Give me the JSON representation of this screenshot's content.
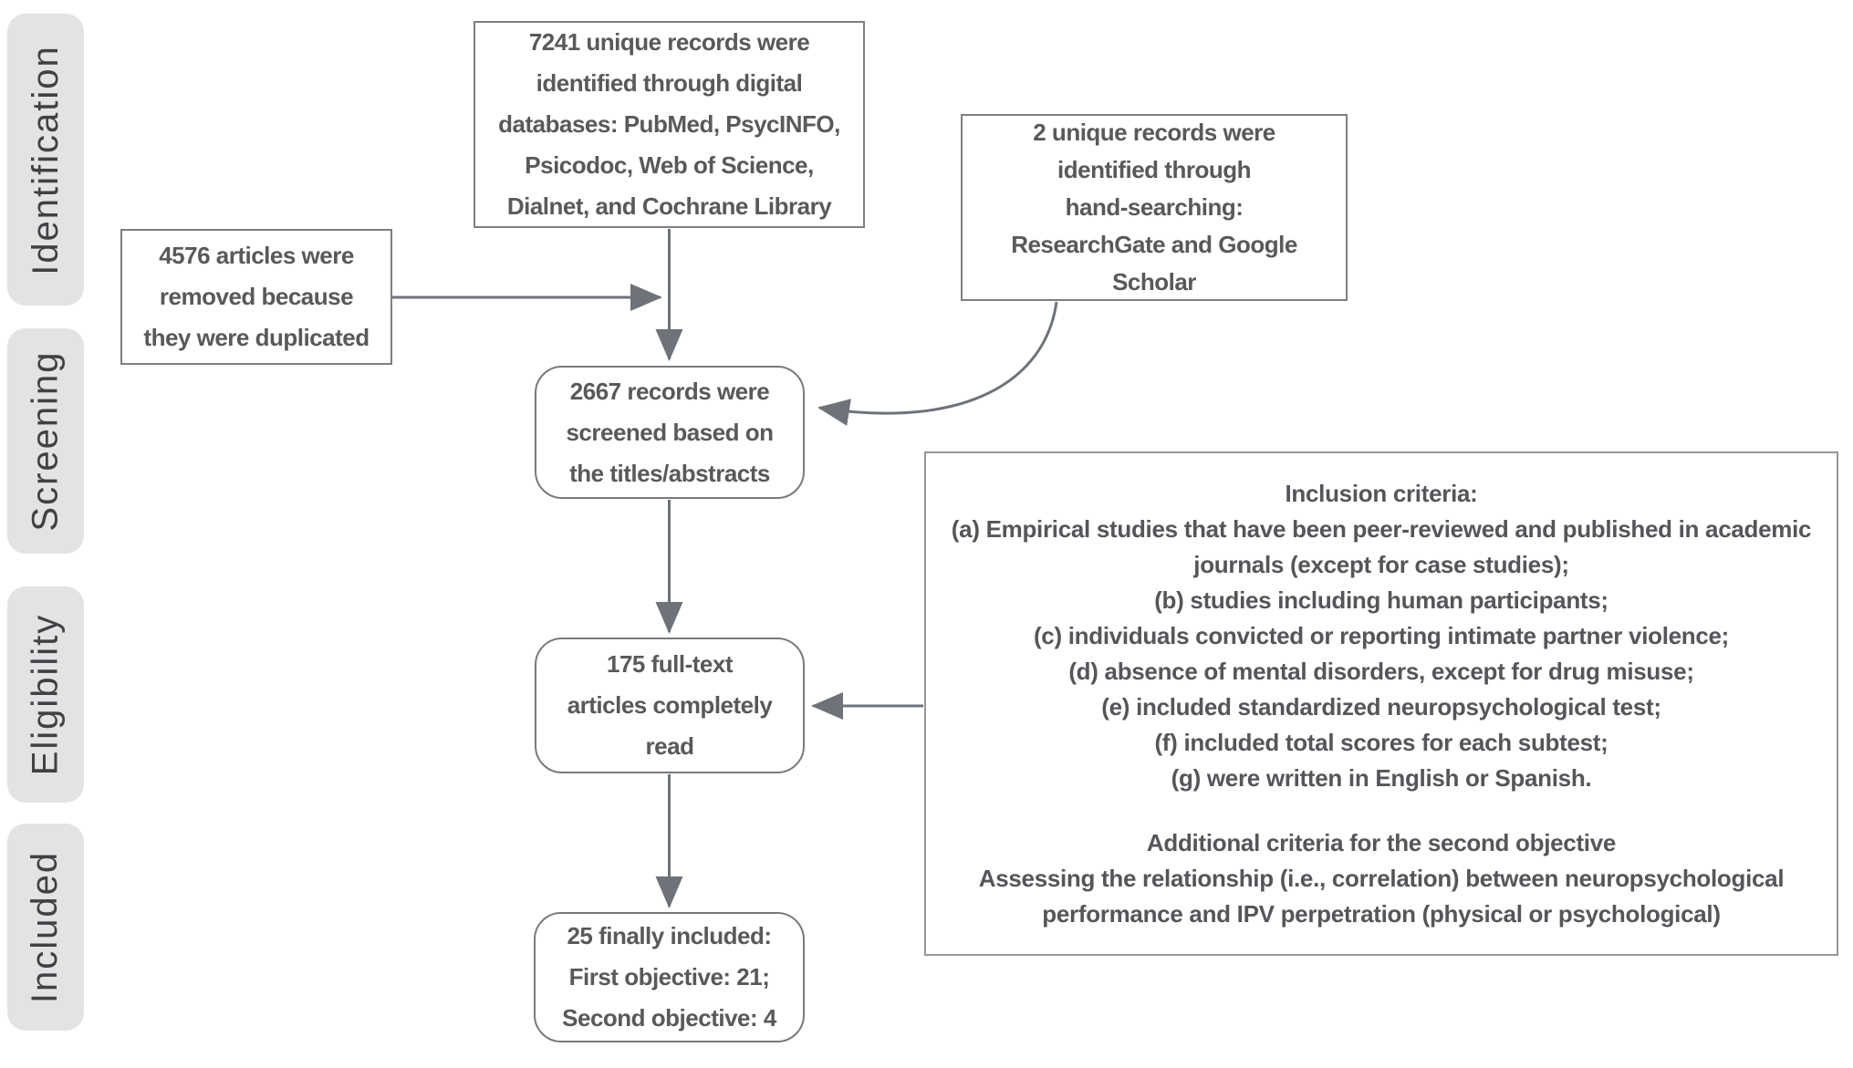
{
  "colors": {
    "box_border": "#7f7f7f",
    "criteria_border": "#979797",
    "arrow": "#6e737a",
    "text": "#58595b",
    "stage_background": "#e2e3e4",
    "stage_text": "#414144"
  },
  "stages": {
    "items": [
      {
        "label": "Identification"
      },
      {
        "label": "Screening"
      },
      {
        "label": "Eligibility"
      },
      {
        "label": "Included"
      }
    ]
  },
  "flow": {
    "digital_db": {
      "lines": [
        "7241 unique records were",
        "identified through digital",
        "databases: PubMed, PsycINFO,",
        "Psicodoc, Web of Science,",
        "Dialnet, and Cochrane Library"
      ]
    },
    "hand_search": {
      "lines": [
        "2 unique records were",
        "identified through",
        "hand-searching:",
        "ResearchGate and Google",
        "Scholar"
      ]
    },
    "duplicates": {
      "lines": [
        "4576 articles were",
        "removed because",
        "they were duplicated"
      ]
    },
    "screened": {
      "lines": [
        "2667 records were",
        "screened based on",
        "the titles/abstracts"
      ]
    },
    "full_text": {
      "lines": [
        "175 full-text",
        "articles completely",
        "read"
      ]
    },
    "included": {
      "lines": [
        "25 finally included:",
        "First objective: 21;",
        "Second objective: 4"
      ]
    }
  },
  "criteria": {
    "title": "Inclusion criteria:",
    "items": [
      "(a) Empirical studies that have been peer-reviewed and published in academic journals (except for case studies);",
      "(b) studies including human participants;",
      "(c) individuals convicted or reporting intimate partner violence;",
      "(d) absence of mental disorders, except for drug misuse;",
      "(e) included standardized neuropsychological test;",
      "(f) included total scores for each subtest;",
      "(g) were written in English or Spanish."
    ],
    "additional_title": "Additional criteria for the second objective",
    "additional_text": "Assessing the relationship (i.e., correlation) between neuropsychological performance and IPV perpetration (physical or psychological)"
  }
}
